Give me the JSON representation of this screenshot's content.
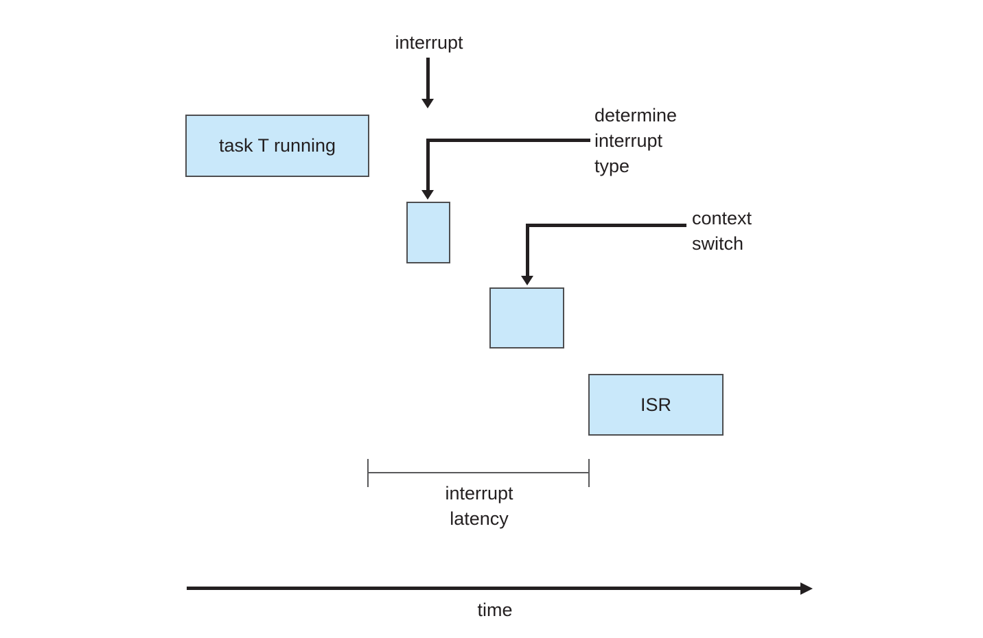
{
  "diagram": {
    "title_semantic": "interrupt latency timeline diagram",
    "labels": {
      "interrupt": "interrupt",
      "determine_interrupt_type": "determine\ninterrupt\ntype",
      "context_switch": "context\nswitch",
      "interrupt_latency": "interrupt\nlatency",
      "time": "time"
    },
    "boxes": {
      "task_running": "task T running",
      "determine_type_block": "",
      "context_switch_block": "",
      "isr": "ISR"
    },
    "colors": {
      "box_fill": "#c9e8fa",
      "box_border": "#4d4d4f",
      "line": "#231f20",
      "bracket": "#58585a",
      "text": "#231f20",
      "background": "#ffffff"
    }
  }
}
